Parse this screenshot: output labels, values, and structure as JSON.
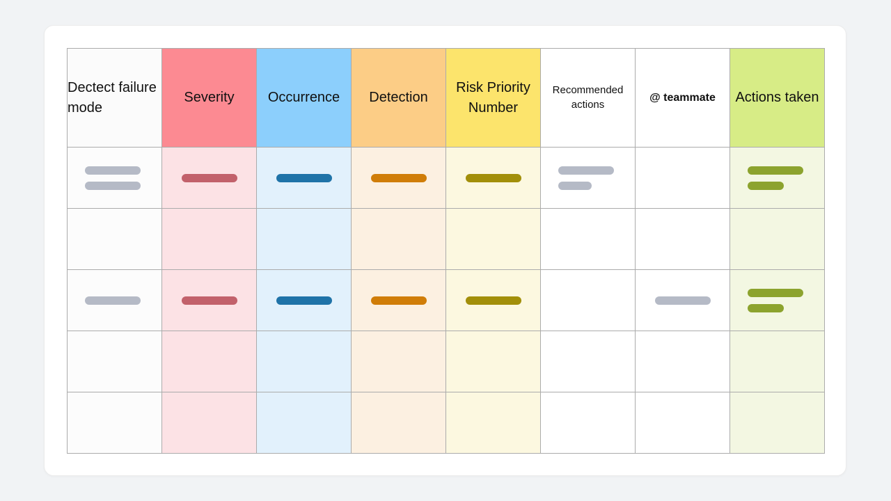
{
  "page": {
    "background_color": "#F1F3F5",
    "card_color": "#FFFFFF",
    "grid_color": "#ABABAB"
  },
  "table": {
    "columns": [
      {
        "id": "failure-mode",
        "label": "Dectect failure mode",
        "header_bg": "#FBFBFB",
        "cell_bg": "#FCFCFC"
      },
      {
        "id": "severity",
        "label": "Severity",
        "header_bg": "#FC8A92",
        "cell_bg": "#FCE2E5"
      },
      {
        "id": "occurrence",
        "label": "Occurrence",
        "header_bg": "#8CCFFC",
        "cell_bg": "#E2F1FC"
      },
      {
        "id": "detection",
        "label": "Detection",
        "header_bg": "#FCCD86",
        "cell_bg": "#FCF0E1"
      },
      {
        "id": "risk-priority-number",
        "label": "Risk Priority Number",
        "header_bg": "#FCE46C",
        "cell_bg": "#FCF8E0"
      },
      {
        "id": "recommended-actions",
        "label": "Recommended actions",
        "header_bg": "#FFFFFF",
        "cell_bg": "#FFFFFF"
      },
      {
        "id": "teammate",
        "label": "@ teammate",
        "header_bg": "#FFFFFF",
        "cell_bg": "#FFFFFF"
      },
      {
        "id": "actions-taken",
        "label": "Actions taken",
        "header_bg": "#D7EC86",
        "cell_bg": "#F3F7E2"
      }
    ],
    "pill_colors": {
      "gray": "#B5BAC6",
      "red": "#C2616B",
      "blue": "#1F73A8",
      "orange": "#D07D08",
      "olive": "#A28F0A",
      "green": "#8CA32E"
    },
    "rows": [
      {
        "failure-mode": {
          "align": "left",
          "pills": [
            {
              "w": 80,
              "c": "gray"
            },
            {
              "w": 80,
              "c": "gray"
            }
          ]
        },
        "severity": {
          "align": "center",
          "pills": [
            {
              "w": 80,
              "c": "red"
            }
          ]
        },
        "occurrence": {
          "align": "center",
          "pills": [
            {
              "w": 80,
              "c": "blue"
            }
          ]
        },
        "detection": {
          "align": "center",
          "pills": [
            {
              "w": 80,
              "c": "orange"
            }
          ]
        },
        "risk-priority-number": {
          "align": "center",
          "pills": [
            {
              "w": 80,
              "c": "olive"
            }
          ]
        },
        "recommended-actions": {
          "align": "left",
          "pills": [
            {
              "w": 80,
              "c": "gray"
            },
            {
              "w": 48,
              "c": "gray"
            }
          ]
        },
        "actions-taken": {
          "align": "left",
          "pills": [
            {
              "w": 80,
              "c": "green"
            },
            {
              "w": 52,
              "c": "green"
            }
          ]
        }
      },
      {},
      {
        "failure-mode": {
          "align": "left",
          "pills": [
            {
              "w": 80,
              "c": "gray"
            }
          ]
        },
        "severity": {
          "align": "center",
          "pills": [
            {
              "w": 80,
              "c": "red"
            }
          ]
        },
        "occurrence": {
          "align": "center",
          "pills": [
            {
              "w": 80,
              "c": "blue"
            }
          ]
        },
        "detection": {
          "align": "center",
          "pills": [
            {
              "w": 80,
              "c": "orange"
            }
          ]
        },
        "risk-priority-number": {
          "align": "center",
          "pills": [
            {
              "w": 80,
              "c": "olive"
            }
          ]
        },
        "teammate": {
          "align": "center",
          "pills": [
            {
              "w": 80,
              "c": "gray"
            }
          ]
        },
        "actions-taken": {
          "align": "left",
          "pills": [
            {
              "w": 80,
              "c": "green"
            },
            {
              "w": 52,
              "c": "green"
            }
          ]
        }
      },
      {},
      {}
    ]
  }
}
